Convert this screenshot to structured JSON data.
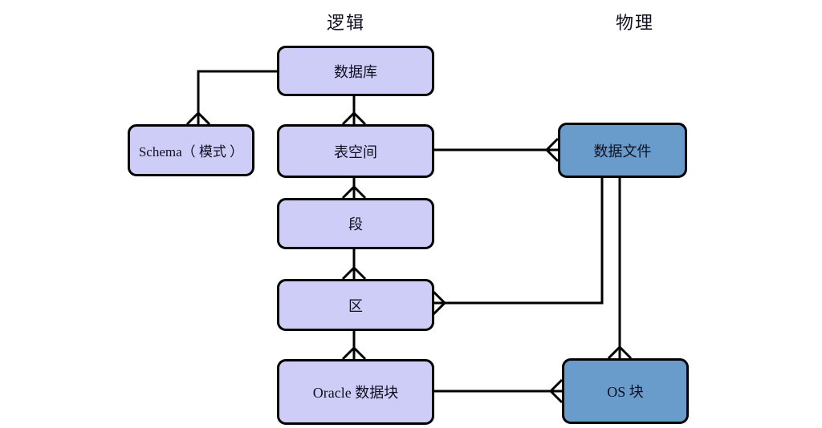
{
  "diagram": {
    "headers": {
      "logical": "逻辑",
      "physical": "物理"
    },
    "nodes": [
      {
        "id": "database",
        "label": "数据库",
        "layer": "logical"
      },
      {
        "id": "schema",
        "label": "Schema（ 模式 ）",
        "layer": "logical"
      },
      {
        "id": "tablespace",
        "label": "表空间",
        "layer": "logical"
      },
      {
        "id": "segment",
        "label": "段",
        "layer": "logical"
      },
      {
        "id": "extent",
        "label": "区",
        "layer": "logical"
      },
      {
        "id": "oracle_block",
        "label": "Oracle 数据块",
        "layer": "logical"
      },
      {
        "id": "datafile",
        "label": "数据文件",
        "layer": "physical"
      },
      {
        "id": "os_block",
        "label": "OS 块",
        "layer": "physical"
      }
    ],
    "edges": [
      {
        "from": "database",
        "to": "schema",
        "cardinality": "one-to-many",
        "crow_foot_at": "schema"
      },
      {
        "from": "database",
        "to": "tablespace",
        "cardinality": "one-to-many",
        "crow_foot_at": "tablespace"
      },
      {
        "from": "tablespace",
        "to": "segment",
        "cardinality": "one-to-many",
        "crow_foot_at": "segment"
      },
      {
        "from": "segment",
        "to": "extent",
        "cardinality": "one-to-many",
        "crow_foot_at": "extent"
      },
      {
        "from": "extent",
        "to": "oracle_block",
        "cardinality": "one-to-many",
        "crow_foot_at": "oracle_block"
      },
      {
        "from": "tablespace",
        "to": "datafile",
        "cardinality": "one-to-many",
        "crow_foot_at": "datafile"
      },
      {
        "from": "datafile",
        "to": "extent",
        "cardinality": "one-to-many",
        "crow_foot_at": "extent"
      },
      {
        "from": "datafile",
        "to": "os_block",
        "cardinality": "one-to-many",
        "crow_foot_at": "os_block"
      },
      {
        "from": "oracle_block",
        "to": "os_block",
        "cardinality": "one-to-many",
        "crow_foot_at": "os_block"
      }
    ]
  },
  "colors": {
    "background": "#ffffff",
    "logical_fill": "#cdcdf7",
    "physical_fill": "#699bcb",
    "line": "#000000",
    "text": "#101020"
  }
}
